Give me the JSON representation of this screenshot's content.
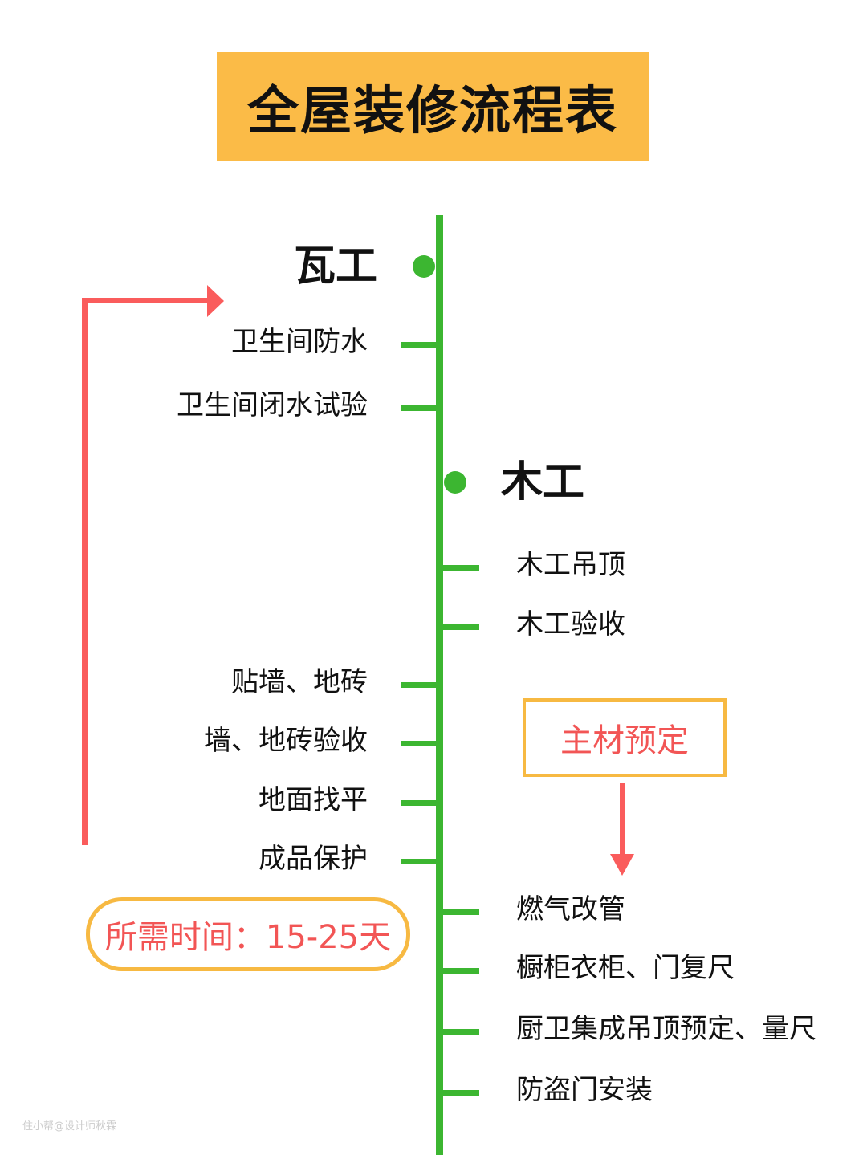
{
  "title": "全屋装修流程表",
  "left_group": {
    "heading": "瓦工",
    "items": [
      "卫生间防水",
      "卫生间闭水试验",
      "贴墙、地砖",
      "墙、地砖验收",
      "地面找平",
      "成品保护"
    ]
  },
  "right_group": {
    "heading": "木工",
    "items": [
      "木工吊顶",
      "木工验收"
    ]
  },
  "main_material": "主材预定",
  "after_items": [
    "燃气改管",
    "橱柜衣柜、门复尺",
    "厨卫集成吊顶预定、量尺",
    "防盗门安装"
  ],
  "duration": "所需时间：15-25天",
  "watermark": "住小帮@设计师秋霖",
  "colors": {
    "green": "#3cb631",
    "orange": "#fbbb47",
    "red": "#fa5c5c"
  }
}
